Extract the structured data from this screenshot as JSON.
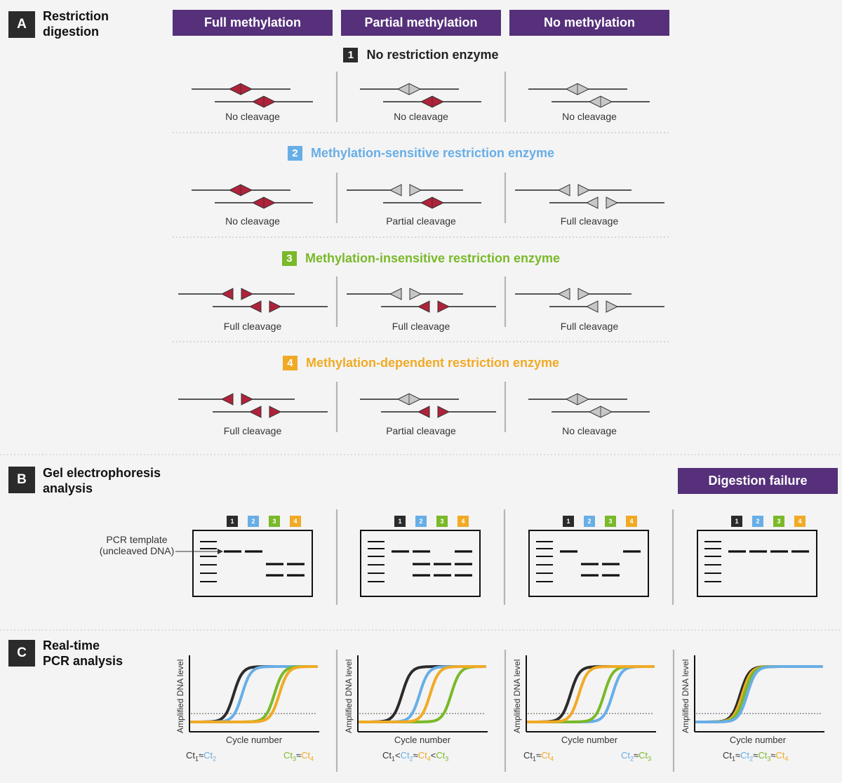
{
  "colors": {
    "purple": "#56307a",
    "enzyme1": "#2b2b2b",
    "enzyme2": "#68aee6",
    "enzyme3": "#7ab929",
    "enzyme4": "#f0aa25",
    "methylated_site": "#b0223a",
    "unmethylated_site": "#c7c7c7"
  },
  "sections": {
    "a": {
      "badge": "A",
      "title": "Restriction\ndigestion"
    },
    "b": {
      "badge": "B",
      "title": "Gel electrophoresis\nanalysis"
    },
    "c": {
      "badge": "C",
      "title": "Real-time\nPCR analysis"
    }
  },
  "columns": [
    "Full methylation",
    "Partial methylation",
    "No methylation"
  ],
  "digestion_failure_label": "Digestion failure",
  "enzymes": [
    {
      "num": "1",
      "name": "No restriction enzyme",
      "color": "#2b2b2b",
      "text_color": "#222222",
      "cells": [
        "No cleavage",
        "No cleavage",
        "No cleavage"
      ]
    },
    {
      "num": "2",
      "name": "Methylation-sensitive restriction enzyme",
      "color": "#68aee6",
      "text_color": "#68aee6",
      "cells": [
        "No cleavage",
        "Partial cleavage",
        "Full cleavage"
      ]
    },
    {
      "num": "3",
      "name": "Methylation-insensitive restriction enzyme",
      "color": "#7ab929",
      "text_color": "#7ab929",
      "cells": [
        "Full cleavage",
        "Full cleavage",
        "Full cleavage"
      ]
    },
    {
      "num": "4",
      "name": "Methylation-dependent restriction enzyme",
      "color": "#f0aa25",
      "text_color": "#f0aa25",
      "cells": [
        "Full cleavage",
        "Partial cleavage",
        "No cleavage"
      ]
    }
  ],
  "gel": {
    "annotation": "PCR template\n(uncleaved DNA)",
    "lane_numbers": [
      "1",
      "2",
      "3",
      "4"
    ]
  },
  "pcr": {
    "y_label": "Amplified DNA level",
    "x_label": "Cycle number",
    "ct_relations": [
      {
        "left": [
          [
            "Ct",
            "1",
            "#333333"
          ],
          [
            "≈",
            null,
            "#333333"
          ],
          [
            "Ct",
            "2",
            "#68aee6"
          ]
        ],
        "right": [
          [
            "Ct",
            "3",
            "#7ab929"
          ],
          [
            "≈",
            null,
            "#333333"
          ],
          [
            "Ct",
            "4",
            "#f0aa25"
          ]
        ]
      },
      {
        "left": [
          [
            "Ct",
            "1",
            "#333333"
          ],
          [
            "<",
            null,
            "#333333"
          ],
          [
            "Ct",
            "2",
            "#68aee6"
          ],
          [
            "≈",
            null,
            "#333333"
          ],
          [
            "Ct",
            "4",
            "#f0aa25"
          ],
          [
            "<",
            null,
            "#333333"
          ],
          [
            "Ct",
            "3",
            "#7ab929"
          ]
        ],
        "right": []
      },
      {
        "left": [
          [
            "Ct",
            "1",
            "#333333"
          ],
          [
            "≈",
            null,
            "#333333"
          ],
          [
            "Ct",
            "4",
            "#f0aa25"
          ]
        ],
        "right": [
          [
            "Ct",
            "2",
            "#68aee6"
          ],
          [
            "≈",
            null,
            "#333333"
          ],
          [
            "Ct",
            "3",
            "#7ab929"
          ]
        ]
      },
      {
        "left": [
          [
            "Ct",
            "1",
            "#333333"
          ],
          [
            "≈",
            null,
            "#333333"
          ],
          [
            "Ct",
            "2",
            "#68aee6"
          ],
          [
            "≈",
            null,
            "#333333"
          ],
          [
            "Ct",
            "3",
            "#7ab929"
          ],
          [
            "≈",
            null,
            "#333333"
          ],
          [
            "Ct",
            "4",
            "#f0aa25"
          ]
        ],
        "right": []
      }
    ]
  }
}
